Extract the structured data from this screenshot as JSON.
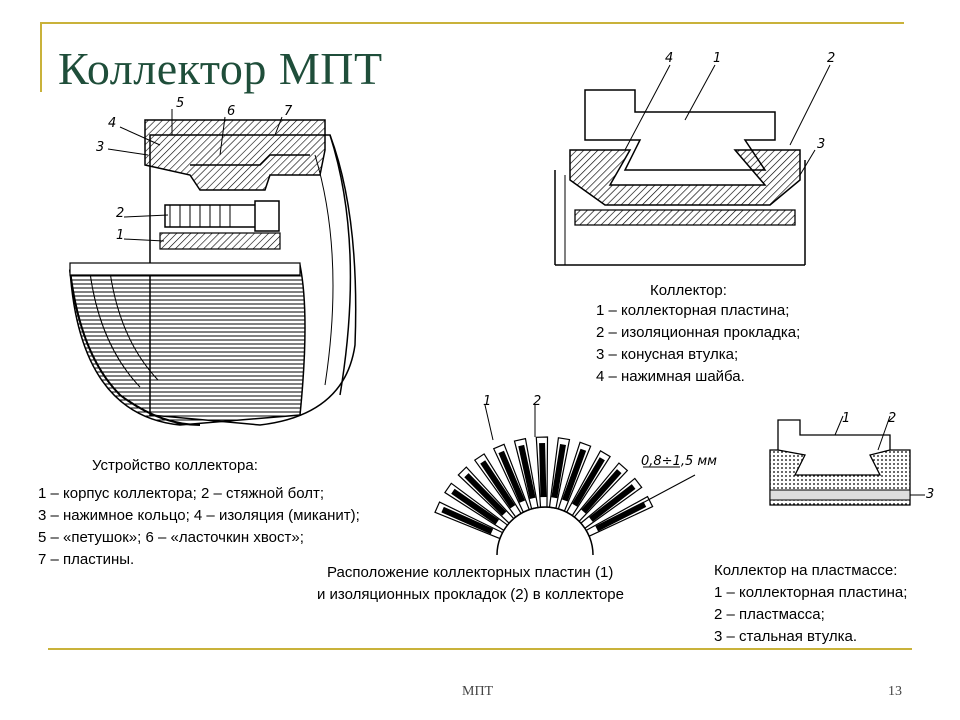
{
  "slide": {
    "title": "Коллектор МПТ",
    "footer_center": "МПТ",
    "page_number": "13",
    "accent_color": "#c9b23a",
    "title_color": "#1f4e3a"
  },
  "device": {
    "heading": "Устройство коллектора:",
    "lines": [
      "1 – корпус коллектора; 2 – стяжной болт;",
      "3 – нажимное кольцо; 4 – изоляция (миканит);",
      "5 – «петушок»; 6 – «ласточкин хвост»;",
      "7 – пластины."
    ],
    "callouts": [
      "5",
      "6",
      "7",
      "4",
      "3",
      "2",
      "1"
    ]
  },
  "collector": {
    "heading": "Коллектор:",
    "lines": [
      "1 – коллекторная пластина;",
      "2 – изоляционная прокладка;",
      "3 – конусная втулка;",
      "4 – нажимная шайба."
    ],
    "callouts": [
      "4",
      "1",
      "2",
      "3"
    ]
  },
  "arrangement": {
    "caption_lines": [
      "Расположение коллекторных пластин (1)",
      "и изоляционных прокладок (2) в коллекторе"
    ],
    "callouts": [
      "1",
      "2"
    ],
    "dimension": "0,8÷1,5 мм"
  },
  "plastic": {
    "heading": "Коллектор на пластмассе:",
    "lines": [
      "1 – коллекторная пластина;",
      "2 – пластмасса;",
      "3 – стальная втулка."
    ],
    "callouts": [
      "1",
      "2",
      "3"
    ]
  }
}
